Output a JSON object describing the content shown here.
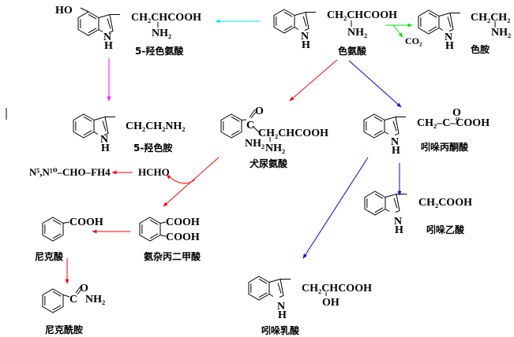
{
  "colors": {
    "cyan": "#00e5ff",
    "magenta": "#ff00ff",
    "red": "#ff0000",
    "blue": "#0000ff",
    "green": "#00e000"
  },
  "compounds": {
    "hydroxytryptophan": {
      "ho": "HO",
      "chain": "CH₂CHCOOH",
      "nh2": "NH₂",
      "n": "N",
      "h": "H",
      "name": "5-羟色氨酸"
    },
    "tryptophan": {
      "chain": "CH₂CHCOOH",
      "nh2": "NH₂",
      "n": "N",
      "h": "H",
      "name": "色氨酸"
    },
    "tryptamine": {
      "chain": "CH₂CH₂",
      "nh2": "NH₂",
      "n": "N",
      "h": "H",
      "name": "色胺",
      "co2": "CO₂"
    },
    "serotonin": {
      "chain": "CH₂CH₂NH₂",
      "n": "N",
      "h": "H",
      "name": "5-羟色胺"
    },
    "kynurenine": {
      "o": "O",
      "c": "C",
      "chain": "CH₂CHCOOH",
      "nh2": "NH₂",
      "ring_nh2": "NH₂",
      "name": "犬尿氨酸"
    },
    "indolepyruvic": {
      "chain": "CH₂–C–COOH",
      "o": "O",
      "n": "N",
      "h": "H",
      "name": "吲哚丙酮酸"
    },
    "indoleacetic": {
      "chain": "CH₂COOH",
      "n": "N",
      "h": "H",
      "name": "吲哚乙酸"
    },
    "indolelactic": {
      "chain": "CH₂CHCOOH",
      "oh": "OH",
      "n": "N",
      "h": "H",
      "name": "吲哚乳酸"
    },
    "formyl_fh4": {
      "formula": "N⁵,N¹⁰–CHO–FH4"
    },
    "formaldehyde": {
      "formula": "HCHO"
    },
    "quinolinic": {
      "cooh1": "COOH",
      "cooh2": "COOH",
      "name": "氨杂丙二甲酸"
    },
    "nicotinic": {
      "cooh": "COOH",
      "name": "尼克酸"
    },
    "nicotinamide": {
      "c": "C",
      "o": "O",
      "nh2": "NH₂",
      "name": "尼克酰胺"
    }
  }
}
